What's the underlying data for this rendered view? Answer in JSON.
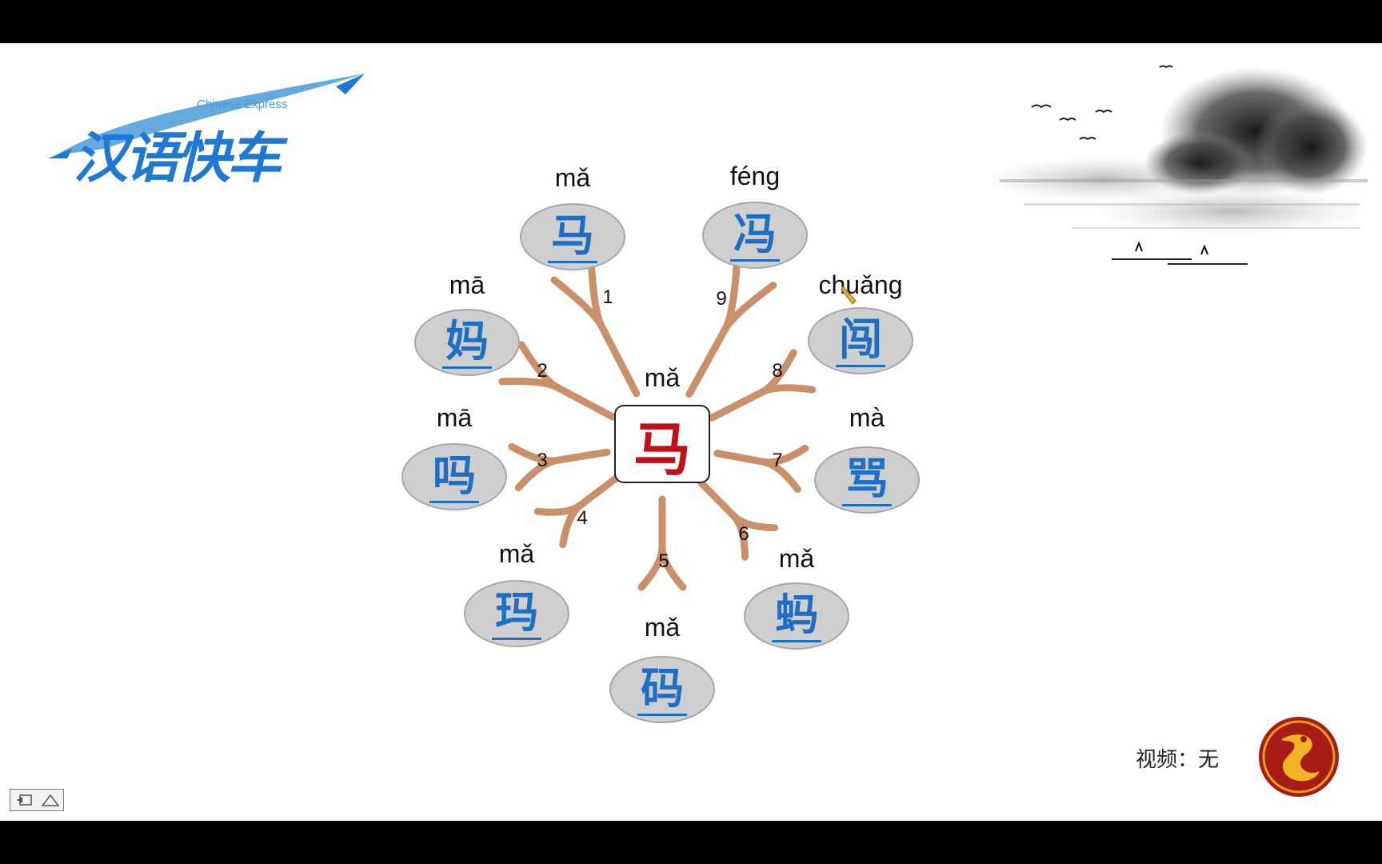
{
  "logo": {
    "subtitle": "Chinese Express",
    "title": "汉语快车"
  },
  "center": {
    "pinyin": "mǎ",
    "hanzi": "马"
  },
  "nodes": [
    {
      "number": "1",
      "pinyin": "mǎ",
      "hanzi": "马"
    },
    {
      "number": "2",
      "pinyin": "mā",
      "hanzi": "妈"
    },
    {
      "number": "3",
      "pinyin": "mā",
      "hanzi": "吗"
    },
    {
      "number": "4",
      "pinyin": "mǎ",
      "hanzi": "玛"
    },
    {
      "number": "5",
      "pinyin": "mǎ",
      "hanzi": "码"
    },
    {
      "number": "6",
      "pinyin": "mǎ",
      "hanzi": "蚂"
    },
    {
      "number": "7",
      "pinyin": "mà",
      "hanzi": "骂"
    },
    {
      "number": "8",
      "pinyin": "chuǎng",
      "hanzi": "闯"
    },
    {
      "number": "9",
      "pinyin": "féng",
      "hanzi": "冯"
    }
  ],
  "credit": {
    "label": "视频：",
    "value": "无"
  },
  "colors": {
    "node_fill": "#cfcfcf",
    "node_text": "#1c6fc4",
    "center_text": "#c0101a",
    "branch": "#c9906a",
    "logo_blue": "#1f78d1"
  },
  "icons": {
    "nav_prev": "slide-back-icon",
    "nav_up": "triangle-up-icon",
    "seal": "dragon-seal-icon"
  }
}
